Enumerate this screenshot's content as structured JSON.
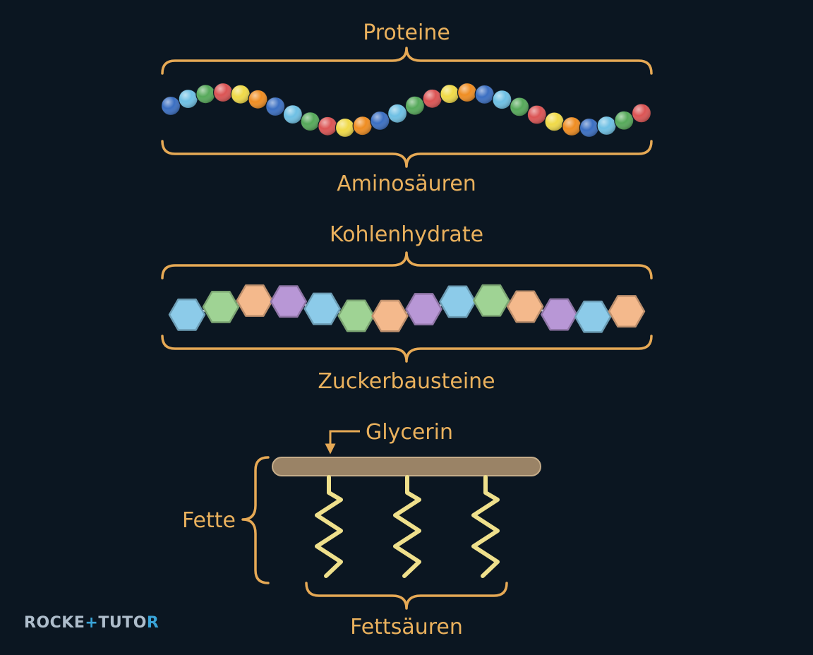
{
  "proteins": {
    "title": "Proteine",
    "subtitle": "Aminosäuren",
    "bead_colors": [
      "#3b6fc2",
      "#6ec0e4",
      "#56a95a",
      "#db5454",
      "#f0da48",
      "#ef8d22"
    ]
  },
  "carbohydrates": {
    "title": "Kohlenhydrate",
    "subtitle": "Zuckerbausteine",
    "hexagon_colors": [
      "#8ccbe9",
      "#9fd394",
      "#f4b98c",
      "#b897d6",
      "#8ccbe9",
      "#9fd394",
      "#f4b98c",
      "#b897d6",
      "#8ccbe9",
      "#9fd394",
      "#f4b98c",
      "#b897d6",
      "#8ccbe9",
      "#f4b98c"
    ]
  },
  "fats": {
    "title": "Fette",
    "glycerol_label": "Glycerin",
    "fatty_acids_label": "Fettsäuren",
    "glycerol_color": "#9a8366",
    "fatty_acid_color": "#efe08c",
    "fatty_acid_count": 3
  },
  "colors": {
    "background": "#0b1621",
    "label": "#eab15d",
    "brace": "#e6a955"
  },
  "logo": {
    "part1": "ROCKE",
    "accent": "+",
    "part2": "TUTO",
    "part3": "R"
  }
}
